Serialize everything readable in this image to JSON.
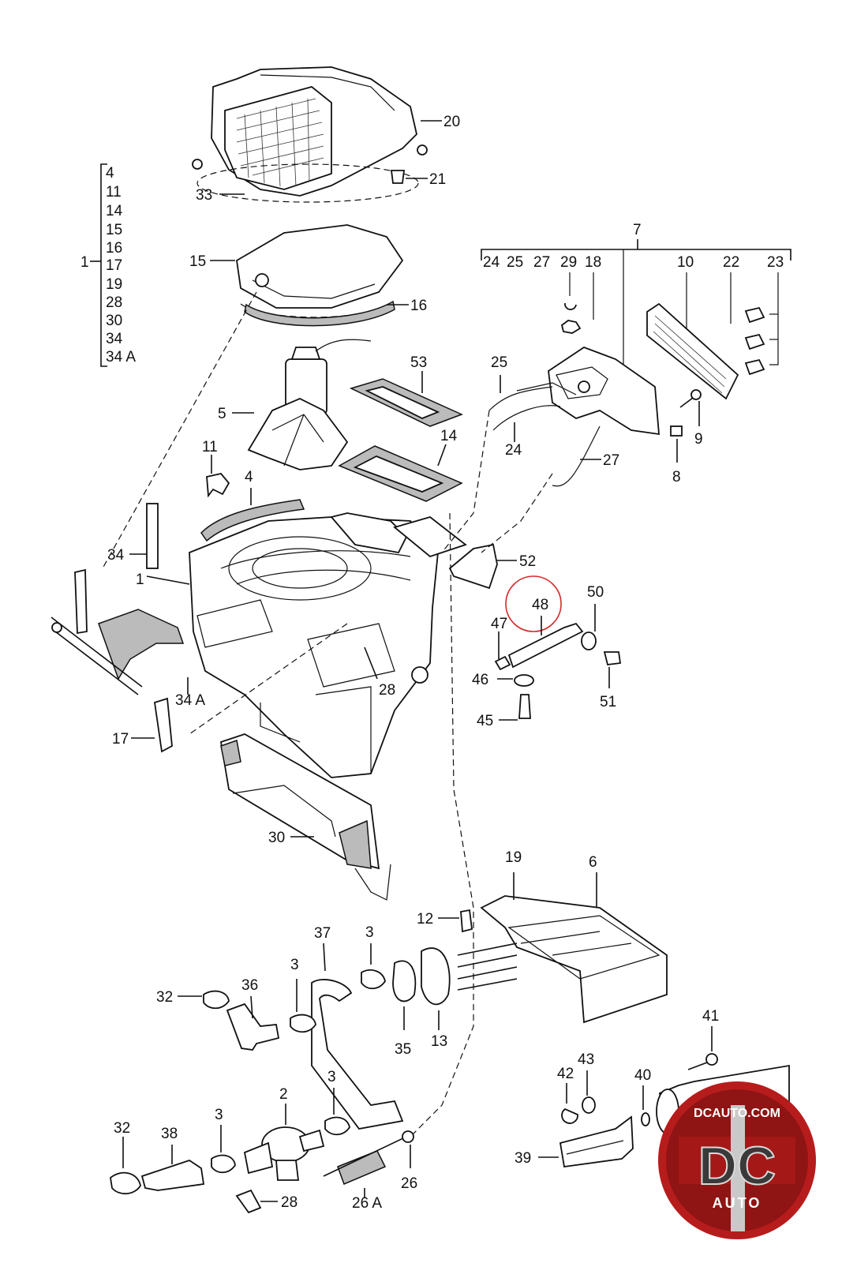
{
  "parts": {
    "p1": "1",
    "p2": "2",
    "p3": "3",
    "p4": "4",
    "p5": "5",
    "p6": "6",
    "p7": "7",
    "p8": "8",
    "p9": "9",
    "p10": "10",
    "p11": "11",
    "p12": "12",
    "p13": "13",
    "p14": "14",
    "p15": "15",
    "p16": "16",
    "p17": "17",
    "p18": "18",
    "p19": "19",
    "p20": "20",
    "p21": "21",
    "p22": "22",
    "p23": "23",
    "p24": "24",
    "p25": "25",
    "p26": "26",
    "p26a": "26 A",
    "p27": "27",
    "p28": "28",
    "p29": "29",
    "p30": "30",
    "p32": "32",
    "p33": "33",
    "p34": "34",
    "p34a": "34 A",
    "p35": "35",
    "p36": "36",
    "p37": "37",
    "p38": "38",
    "p39": "39",
    "p40": "40",
    "p41": "41",
    "p42": "42",
    "p43": "43",
    "p45": "45",
    "p46": "46",
    "p47": "47",
    "p48": "48",
    "p50": "50",
    "p51": "51",
    "p52": "52",
    "p53": "53"
  },
  "group1_items": [
    "4",
    "11",
    "14",
    "15",
    "16",
    "17",
    "19",
    "28",
    "30",
    "34",
    "34 A"
  ],
  "group7_items": [
    "24",
    "25",
    "27",
    "29",
    "18",
    "10",
    "22",
    "23"
  ],
  "highlight_color": "#d62a2a",
  "logo": {
    "top": "DCAUTO.COM",
    "mark": "DC",
    "bottom": "AUTO",
    "colors": {
      "ring": "#b71c1c",
      "silver": "#c9c9c9"
    }
  }
}
